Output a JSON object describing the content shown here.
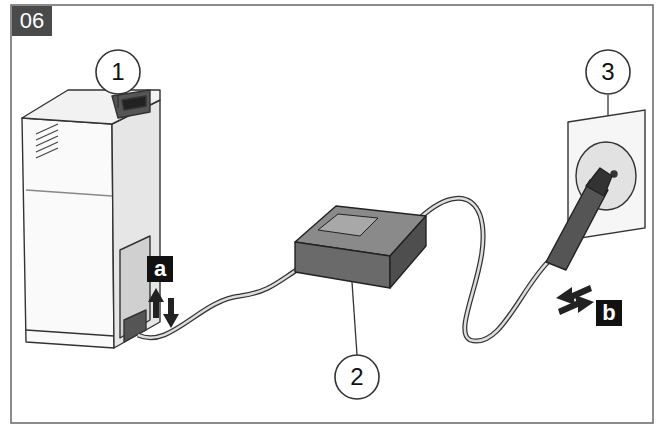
{
  "diagram": {
    "labels": [
      "06",
      "1",
      "2",
      "3",
      "a",
      "b"
    ]
  }
}
